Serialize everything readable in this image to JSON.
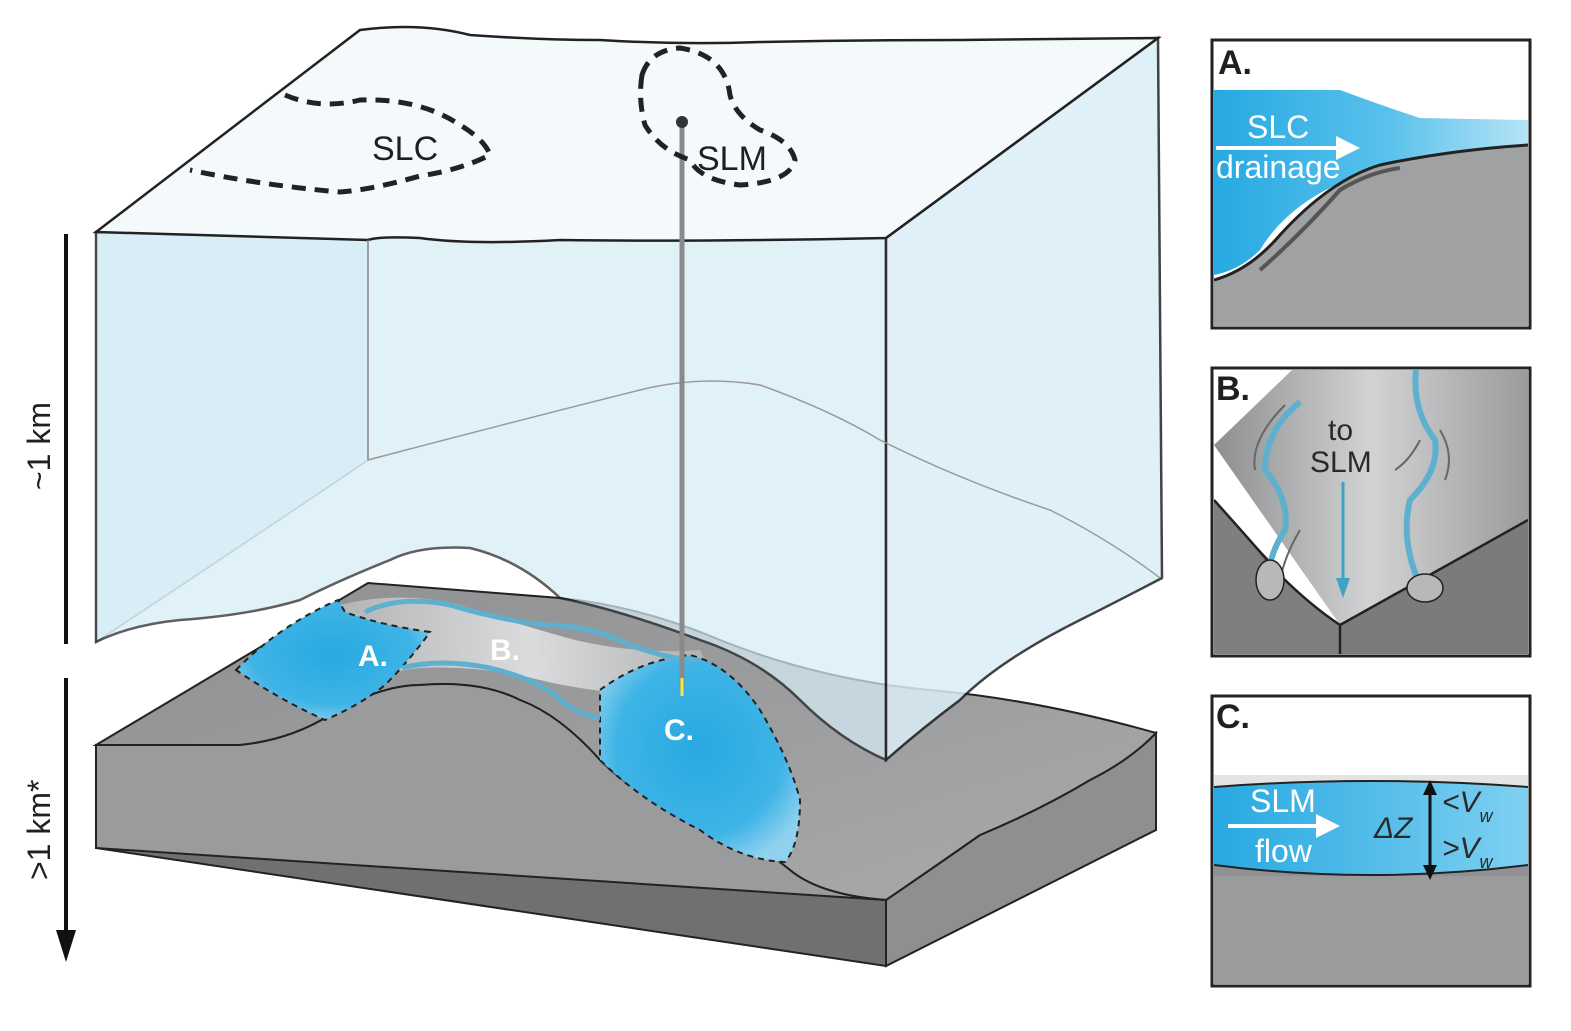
{
  "main_diagram": {
    "top_labels": {
      "slc": "SLC",
      "slm": "SLM"
    },
    "bed_labels": {
      "a": "A.",
      "b": "B.",
      "c": "C."
    },
    "scale": {
      "ice_thickness": "~1 km",
      "bed_depth": ">1 km*"
    }
  },
  "panel_a": {
    "letter": "A.",
    "line1": "SLC",
    "line2": "drainage"
  },
  "panel_b": {
    "letter": "B.",
    "line1": "to",
    "line2": "SLM"
  },
  "panel_c": {
    "letter": "C.",
    "line1": "SLM",
    "line2": "flow",
    "delta_z": "ΔZ",
    "upper_symbol": "<V",
    "lower_symbol": ">V",
    "subscript": "w"
  },
  "colors": {
    "ice": "#dbeef7",
    "water": "#27a9e1",
    "bed": "#9a9b9d",
    "bed_side": "#6f7072",
    "stream": "#5fb0cf"
  }
}
